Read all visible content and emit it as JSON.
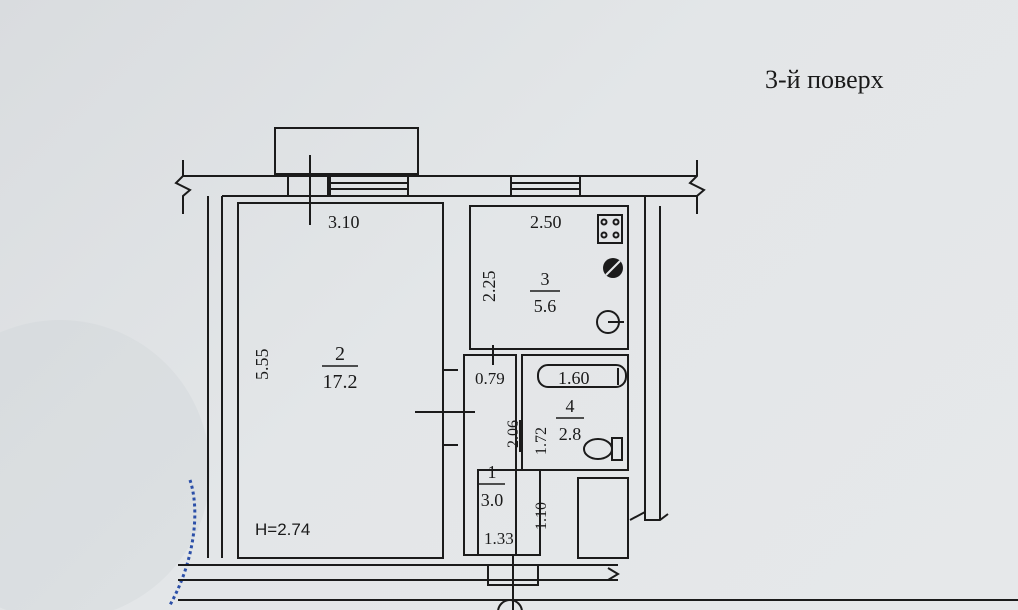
{
  "floor_label": "3-й поверх",
  "height_label": "H=2.74",
  "rooms": [
    {
      "number": "2",
      "area": "17.2"
    },
    {
      "number": "3",
      "area": "5.6"
    },
    {
      "number": "4",
      "area": "2.8"
    },
    {
      "number": "1",
      "area": "3.0"
    }
  ],
  "dimensions": {
    "room2_width": "3.10",
    "room2_length": "5.55",
    "room3_width": "2.50",
    "room3_length": "2.25",
    "bath_width": "1.60",
    "bath_length": "1.72",
    "corridor_upper": "0.79",
    "corridor_length": "2.06",
    "hall_length": "1.10",
    "hall_width": "1.33"
  }
}
